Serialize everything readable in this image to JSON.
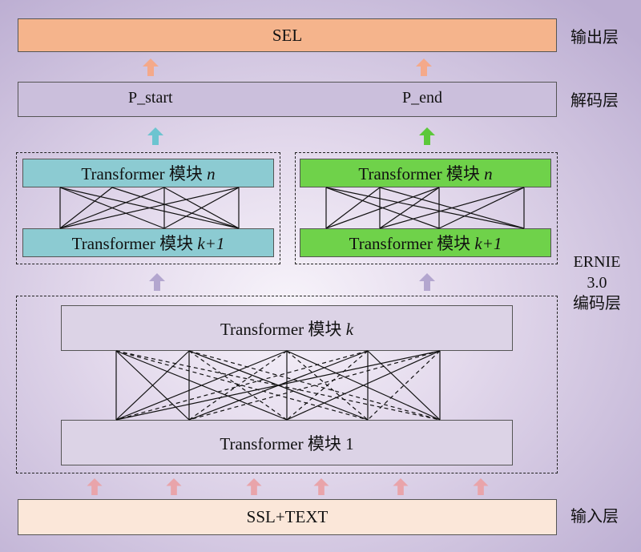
{
  "output": {
    "box_label": "SEL",
    "layer_label": "输出层",
    "color": "#f5b48c"
  },
  "decode": {
    "start_label": "P_start",
    "end_label": "P_end",
    "layer_label": "解码层",
    "color": "#cbbfdc"
  },
  "left_branch": {
    "top": "Transformer 模块",
    "top_var": "n",
    "bottom": "Transformer 模块",
    "bottom_var": "k+1",
    "color": "#8ccbd2"
  },
  "right_branch": {
    "top": "Transformer 模块",
    "top_var": "n",
    "bottom": "Transformer 模块",
    "bottom_var": "k+1",
    "color": "#6fd24a"
  },
  "encoder": {
    "line1": "ERNIE",
    "line2": "3.0",
    "line3": "编码层",
    "top": "Transformer 模块",
    "top_var": "k",
    "bottom": "Transformer 模块 1"
  },
  "input": {
    "box_label": "SSL+TEXT",
    "layer_label": "输入层",
    "color": "#fbe7d9"
  }
}
